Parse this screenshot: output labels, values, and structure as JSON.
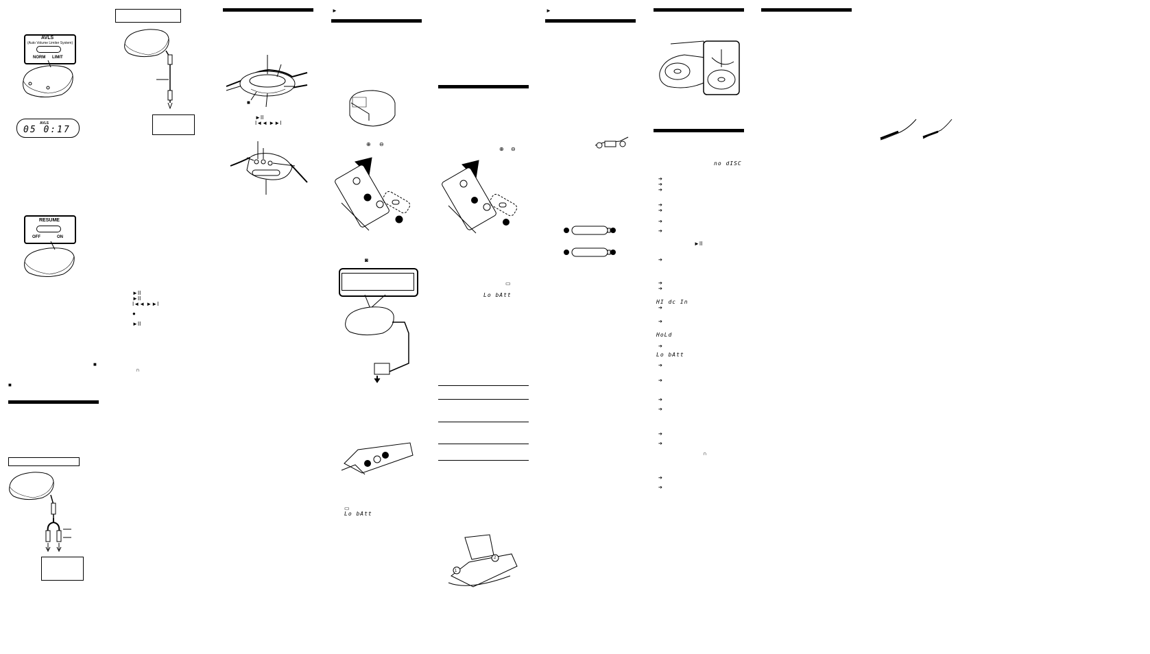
{
  "colors": {
    "ink": "#000000",
    "paper": "#ffffff"
  },
  "avls": {
    "title": "AVLS",
    "subtitle": "(Auto Volume Limiter System)",
    "left": "NORM",
    "right": "LIMIT",
    "display": "05 0:17",
    "display_badge": "AVLS"
  },
  "resume": {
    "title": "RESUME",
    "left": "OFF",
    "right": "ON"
  },
  "marks": {
    "play_pause": "►II",
    "stop": "■",
    "prev_next": "I◄◄  ►►I",
    "record": "●",
    "headphone": "∩",
    "play_arrow": "►"
  },
  "lcd": {
    "no_disc": "no dISC",
    "hi_dc_in": "HI dc In",
    "hold": "HoLd",
    "lo_batt": "Lo bAtt"
  },
  "battery": {
    "plus": "⊕",
    "minus": "⊖",
    "circle1": "1",
    "circle2": "2"
  }
}
